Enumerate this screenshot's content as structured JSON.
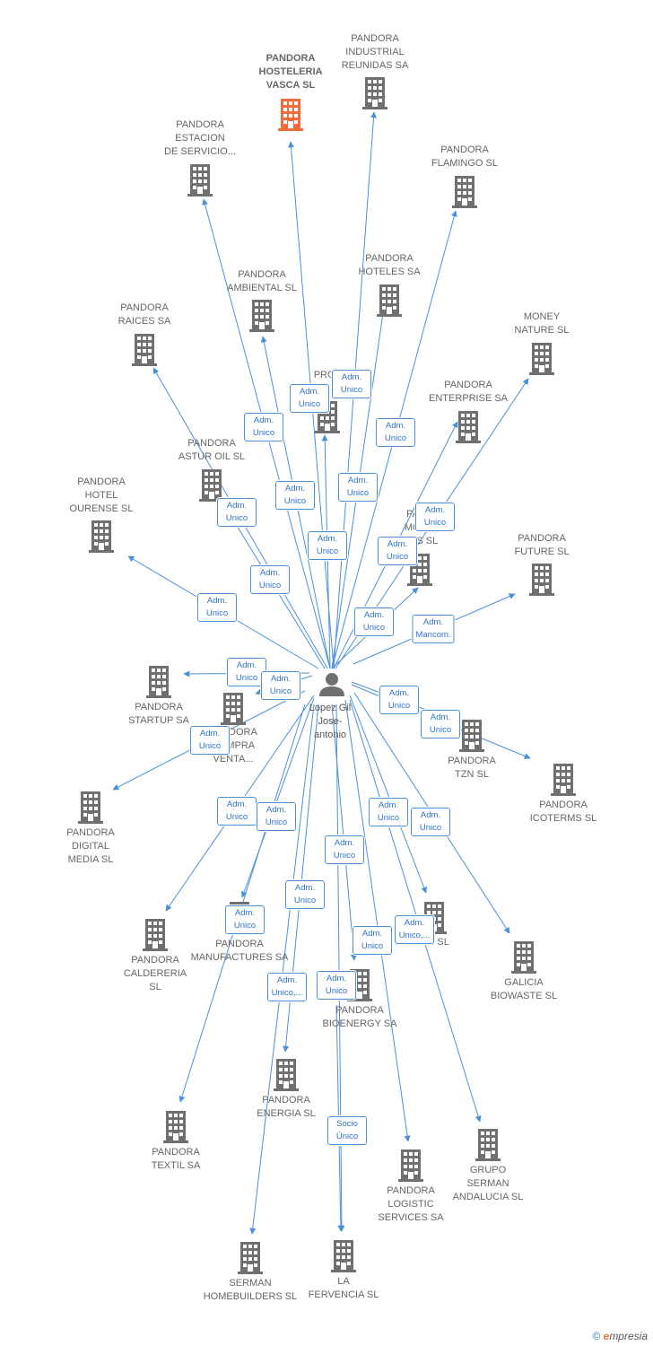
{
  "person": {
    "name": "Lopez Gil\nJose-\nantonio",
    "icon": "person-icon"
  },
  "colors": {
    "edge": "#4a90d9",
    "building": "#707070",
    "highlight": "#f26a3a",
    "relation_text": "#2f73c8"
  },
  "companies": [
    {
      "id": "hosteleria",
      "name": "PANDORA\nHOSTELERIA\nVASCA  SL",
      "highlight": true
    },
    {
      "id": "industrial",
      "name": "PANDORA\nINDUSTRIAL\nREUNIDAS SA"
    },
    {
      "id": "estacion",
      "name": "PANDORA\nESTACION\nDE SERVICIO..."
    },
    {
      "id": "flamingo",
      "name": "PANDORA\nFLAMINGO  SL"
    },
    {
      "id": "ambiental",
      "name": "PANDORA\nAMBIENTAL  SL"
    },
    {
      "id": "hoteles",
      "name": "PANDORA\nHOTELES SA"
    },
    {
      "id": "raices",
      "name": "PANDORA\nRAICES SA"
    },
    {
      "id": "money",
      "name": "MONEY\nNATURE  SL"
    },
    {
      "id": "prof",
      "name": "PROF\nO..."
    },
    {
      "id": "enterprise",
      "name": "PANDORA\nENTERPRISE SA"
    },
    {
      "id": "asturoil",
      "name": "PANDORA\nASTUR OIL  SL"
    },
    {
      "id": "ourense",
      "name": "PANDORA\nHOTEL\nOURENSE  SL"
    },
    {
      "id": "mobilons",
      "name": "PAND\nMOB...\nONS  SL"
    },
    {
      "id": "future",
      "name": "PANDORA\nFUTURE  SL"
    },
    {
      "id": "startup",
      "name": "PANDORA\nSTARTUP SA"
    },
    {
      "id": "compraventa",
      "name": "PANDORA\nCOMPRA\nVENTA..."
    },
    {
      "id": "tzn",
      "name": "PANDORA\nTZN  SL"
    },
    {
      "id": "icoterms",
      "name": "PANDORA\nICOTERMS  SL"
    },
    {
      "id": "digital",
      "name": "PANDORA\nDIGITAL\nMEDIA  SL"
    },
    {
      "id": "caldereria",
      "name": "PANDORA\nCALDERERIA\nSL"
    },
    {
      "id": "manufactures",
      "name": "PANDORA\nMANUFACTURES SA"
    },
    {
      "id": "xsl",
      "name": "...N SL"
    },
    {
      "id": "galicia",
      "name": "GALICIA\nBIOWASTE  SL"
    },
    {
      "id": "bioenergy",
      "name": "PANDORA\nBIOENERGY SA"
    },
    {
      "id": "energia",
      "name": "PANDORA\nENERGIA  SL"
    },
    {
      "id": "textil",
      "name": "PANDORA\nTEXTIL SA"
    },
    {
      "id": "grupo",
      "name": "GRUPO\nSERMAN\nANDALUCIA SL"
    },
    {
      "id": "logistic",
      "name": "PANDORA\nLOGISTIC\nSERVICES SA"
    },
    {
      "id": "homebuilders",
      "name": "SERMAN\nHOMEBUILDERS SL"
    },
    {
      "id": "fervencia",
      "name": "LA\nFERVENCIA SL"
    }
  ],
  "relations": [
    "Adm.\nUnico",
    "Adm.\nUnico",
    "Adm.\nUnico",
    "Adm.\nUnico",
    "Adm.\nUnico",
    "Adm.\nUnico",
    "Adm.\nUnico",
    "Adm.\nUnico",
    "Adm.\nUnico",
    "Adm.\nUnico",
    "Adm.\nUnico",
    "Adm.\nUnico",
    "Adm.\nUnico",
    "Adm.\nMancom.",
    "Adm.\nUnico",
    "Adm.\nUnico",
    "Adm.\nUnico",
    "Adm.\nUnico",
    "Adm.\nUnico",
    "Adm.\nUnico",
    "Adm.\nUnico",
    "Adm.\nUnico",
    "Adm.\nUnico",
    "Adm.\nUnico",
    "Adm.\nUnico",
    "Adm.\nUnico",
    "Adm.\nUnico,...",
    "Adm.\nUnico",
    "Adm.\nUnico,...",
    "Adm.\nUnico",
    "Socio\nÚnico"
  ],
  "footer": {
    "copyright": "©",
    "brand_initial": "e",
    "brand_rest": "mpresia"
  }
}
